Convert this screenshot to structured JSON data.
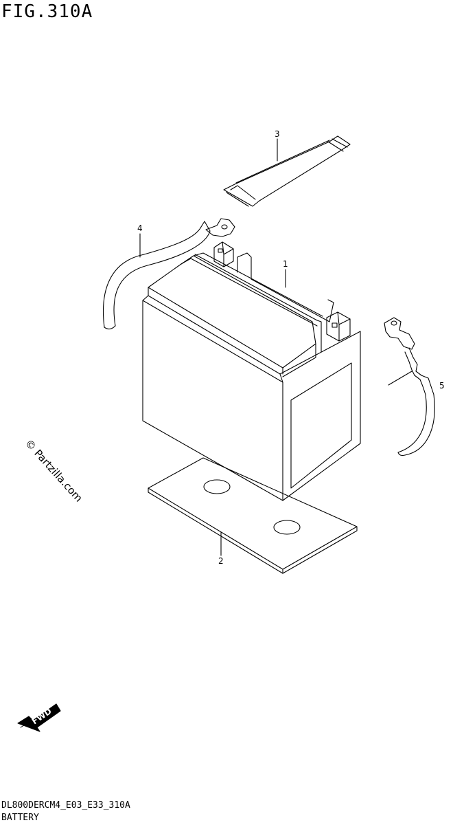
{
  "figure": {
    "title": "FIG.310A"
  },
  "callouts": [
    "1",
    "2",
    "3",
    "4",
    "5"
  ],
  "watermark": "© Partzilla.com",
  "fwd_label": "FWD",
  "footer": {
    "code": "DL800DERCM4_E03_E33_310A",
    "name": "BATTERY"
  }
}
